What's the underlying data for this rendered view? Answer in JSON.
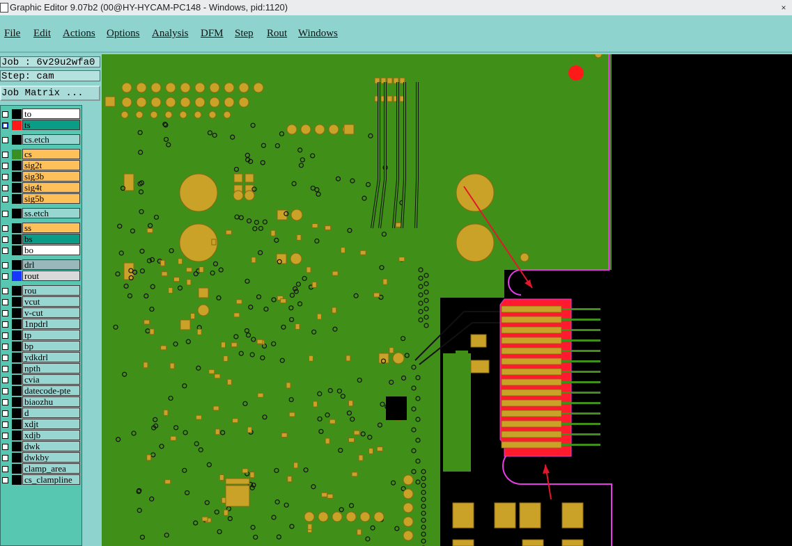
{
  "window": {
    "title": "Graphic Editor 9.07b2 (00@HY-HYCAM-PC148 - Windows, pid:1120)",
    "close_glyph": "×"
  },
  "menu": [
    "File",
    "Edit",
    "Actions",
    "Options",
    "Analysis",
    "DFM",
    "Step",
    "Rout",
    "Windows"
  ],
  "job": {
    "label": "Job : 6v29u2wfa0",
    "step": "Step: cam",
    "matrix_button": "Job Matrix ..."
  },
  "layers": [
    {
      "name": "to",
      "color": "#ffffff",
      "swatch": "#000000"
    },
    {
      "name": "ts",
      "color": "#0a9c86",
      "swatch": "#ff1a1a",
      "active": true
    },
    {
      "name": "cs.etch",
      "color": "#98d6d2",
      "swatch": "#000000",
      "gap": true
    },
    {
      "name": "cs",
      "color": "#fec15a",
      "swatch": "#3a8f22",
      "gap": true
    },
    {
      "name": "sig2t",
      "color": "#fec15a",
      "swatch": "#000000"
    },
    {
      "name": "sig3b",
      "color": "#fec15a",
      "swatch": "#000000"
    },
    {
      "name": "sig4t",
      "color": "#fec15a",
      "swatch": "#000000"
    },
    {
      "name": "sig5b",
      "color": "#fec15a",
      "swatch": "#000000"
    },
    {
      "name": "ss.etch",
      "color": "#98d6d2",
      "swatch": "#000000",
      "gap": true
    },
    {
      "name": "ss",
      "color": "#fec15a",
      "swatch": "#000000",
      "gap": true
    },
    {
      "name": "bs",
      "color": "#0a9c86",
      "swatch": "#000000"
    },
    {
      "name": "bo",
      "color": "#ffffff",
      "swatch": "#000000"
    },
    {
      "name": "drl",
      "color": "#98b8bc",
      "swatch": "#000000",
      "gap": true
    },
    {
      "name": "rout",
      "color": "#d9d9d9",
      "swatch": "#1838ff"
    },
    {
      "name": "rou",
      "color": "#98d6d2",
      "swatch": "#000000",
      "gap": true
    },
    {
      "name": "vcut",
      "color": "#98d6d2",
      "swatch": "#000000"
    },
    {
      "name": "v-cut",
      "color": "#98d6d2",
      "swatch": "#000000"
    },
    {
      "name": "1npdrl",
      "color": "#98d6d2",
      "swatch": "#000000"
    },
    {
      "name": "tp",
      "color": "#98d6d2",
      "swatch": "#000000"
    },
    {
      "name": "bp",
      "color": "#98d6d2",
      "swatch": "#000000"
    },
    {
      "name": "ydkdrl",
      "color": "#98d6d2",
      "swatch": "#000000"
    },
    {
      "name": "npth",
      "color": "#98d6d2",
      "swatch": "#000000"
    },
    {
      "name": "cvia",
      "color": "#98d6d2",
      "swatch": "#000000"
    },
    {
      "name": "datecode-pte",
      "color": "#98d6d2",
      "swatch": "#000000"
    },
    {
      "name": "biaozhu",
      "color": "#98d6d2",
      "swatch": "#000000"
    },
    {
      "name": "d",
      "color": "#98d6d2",
      "swatch": "#000000"
    },
    {
      "name": "xdjt",
      "color": "#98d6d2",
      "swatch": "#000000"
    },
    {
      "name": "xdjb",
      "color": "#98d6d2",
      "swatch": "#000000"
    },
    {
      "name": "dwk",
      "color": "#98d6d2",
      "swatch": "#000000"
    },
    {
      "name": "dwkby",
      "color": "#98d6d2",
      "swatch": "#000000"
    },
    {
      "name": "clamp_area",
      "color": "#98d6d2",
      "swatch": "#000000"
    },
    {
      "name": "cs_clampline",
      "color": "#98d6d2",
      "swatch": "#000000"
    }
  ],
  "colors": {
    "board": "#3f8f19",
    "copper": "#c9a227",
    "pad_edge": "#8a6a12",
    "highlight": "#ff1a2e",
    "outline": "#e83ce8",
    "background": "#000000"
  }
}
